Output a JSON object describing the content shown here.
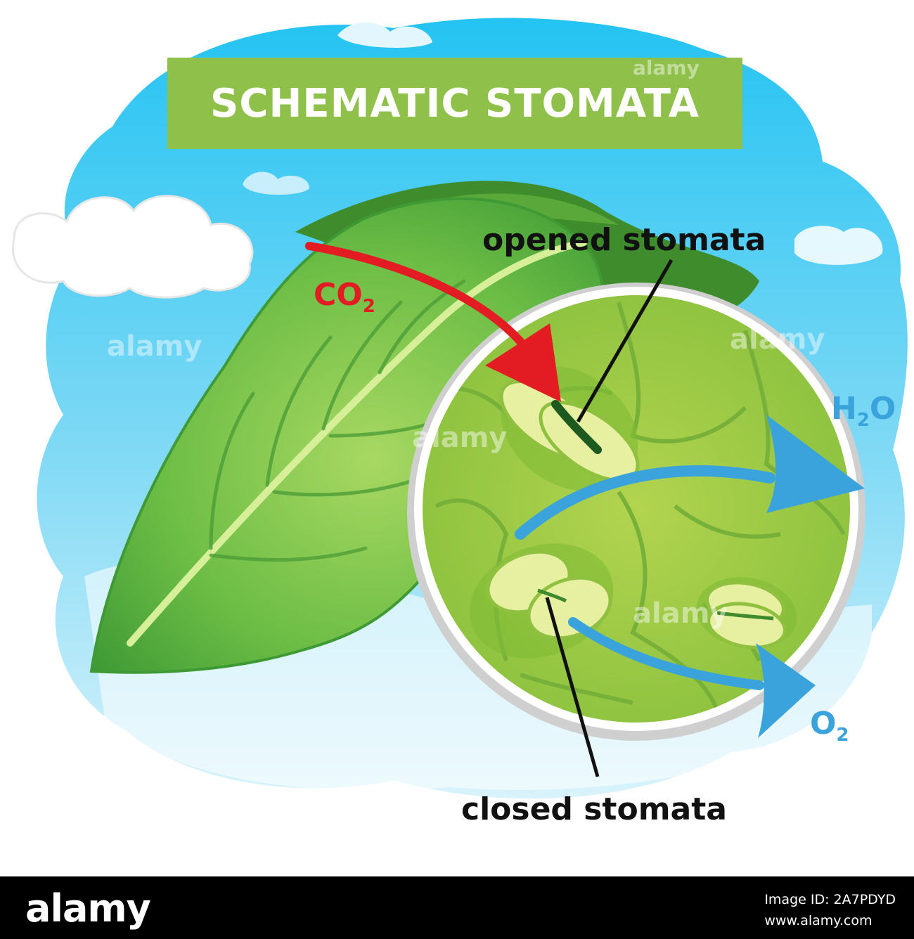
{
  "diagram": {
    "title": "SCHEMATIC STOMATA",
    "labels": {
      "opened": "opened stomata",
      "closed": "closed stomata"
    },
    "gases": {
      "co2": {
        "base": "CO",
        "sub": "2",
        "color": "#e31b23"
      },
      "h2o": {
        "pre": "H",
        "sub": "2",
        "post": "O",
        "color": "#3aa3dc"
      },
      "o2": {
        "base": "O",
        "sub": "2",
        "color": "#3aa3dc"
      }
    },
    "colors": {
      "sky": "#39c6ef",
      "title_bg": "#8fc04a",
      "leaf": "#6cbd45",
      "leaf_dark": "#3f8c2c",
      "magnifier_fill": "#9ccb43",
      "arrow_co2": "#e31b23",
      "arrow_gas": "#3aa3dc"
    },
    "watermark": "alamy"
  },
  "footer": {
    "brand": "alamy",
    "image_id_label": "Image ID: 2A7PDYD",
    "site": "www.alamy.com"
  }
}
